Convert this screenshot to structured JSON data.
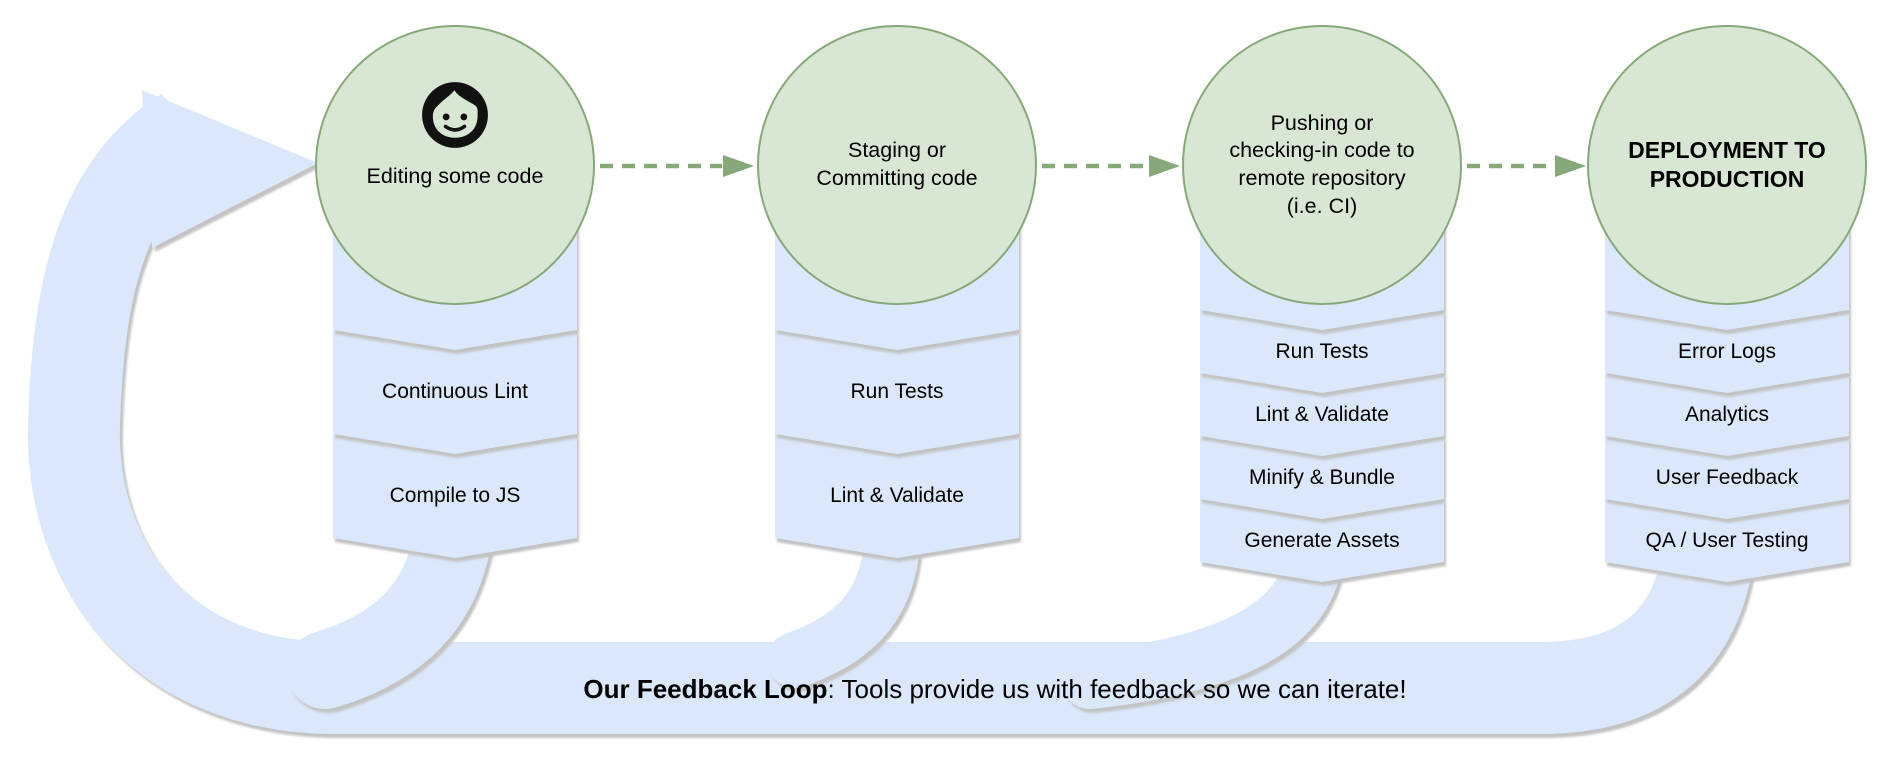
{
  "diagram": {
    "stages": [
      {
        "label": "Editing some code",
        "icon": "person-face-icon"
      },
      {
        "label": "Staging or\nCommitting code"
      },
      {
        "label": "Pushing or\nchecking-in code to\nremote repository\n(i.e. CI)"
      },
      {
        "label": "DEPLOYMENT TO\nPRODUCTION",
        "emphasis": "bold"
      }
    ],
    "tool_stacks": [
      {
        "tools": [
          "Continuous Lint",
          "Compile to JS"
        ]
      },
      {
        "tools": [
          "Run Tests",
          "Lint & Validate"
        ]
      },
      {
        "tools": [
          "Run Tests",
          "Lint & Validate",
          "Minify & Bundle",
          "Generate Assets"
        ]
      },
      {
        "tools": [
          "Error Logs",
          "Analytics",
          "User Feedback",
          "QA / User Testing"
        ]
      }
    ],
    "caption": {
      "bold": "Our Feedback Loop",
      "rest": ": Tools provide us with feedback so we can iterate!"
    },
    "colors": {
      "stage_fill": "#d8e7d3",
      "stage_stroke": "#87a878",
      "arrow_green": "#87a878",
      "tool_fill": "#dbe7fa",
      "loop_fill": "#dbe7fa",
      "shadow": "#c2c2c2"
    }
  }
}
